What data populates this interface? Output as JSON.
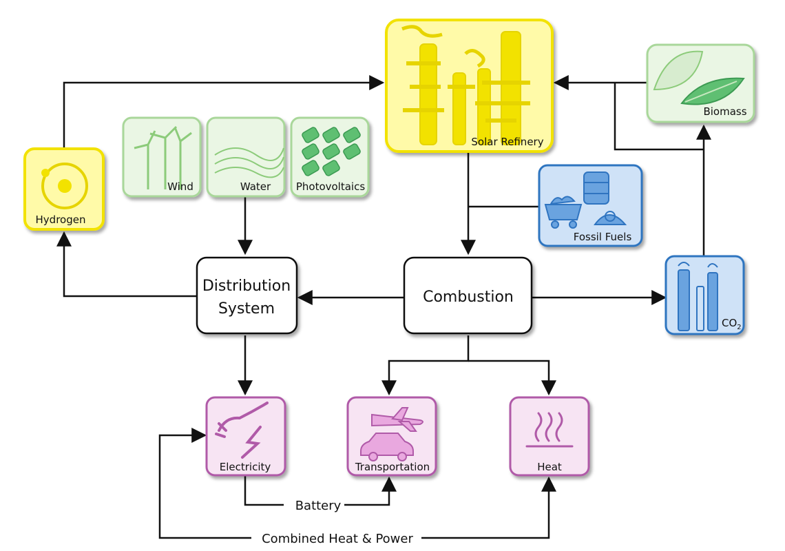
{
  "diagram": {
    "nodes": {
      "solar_refinery": "Solar Refinery",
      "biomass": "Biomass",
      "hydrogen": "Hydrogen",
      "wind": "Wind",
      "water": "Water",
      "photovoltaics": "Photovoltaics",
      "fossil_fuels": "Fossil Fuels",
      "distribution_line1": "Distribution",
      "distribution_line2": "System",
      "combustion": "Combustion",
      "co2": "CO",
      "co2_sub": "2",
      "electricity": "Electricity",
      "transportation": "Transportation",
      "heat": "Heat"
    },
    "edges": {
      "battery": "Battery",
      "chp": "Combined Heat & Power"
    },
    "colors": {
      "yellow_border": "#f2e200",
      "yellow_fill": "#fffaa8",
      "green_border": "#a9d79a",
      "green_fill": "#eaf6e4",
      "blue_border": "#2f74c0",
      "blue_fill": "#cfe2f7",
      "purple_border": "#b05aa8",
      "purple_fill": "#f7e4f3",
      "arrow": "#111111"
    },
    "icons": [
      "wind-turbine-icon",
      "wave-icon",
      "solar-panel-icon",
      "atom-icon",
      "smokestack-icon",
      "leaf-icon",
      "ore-cart-icon",
      "oil-barrel-icon",
      "plug-lightning-icon",
      "airplane-icon",
      "car-icon",
      "heat-waves-icon",
      "co2-chimney-icon"
    ]
  }
}
